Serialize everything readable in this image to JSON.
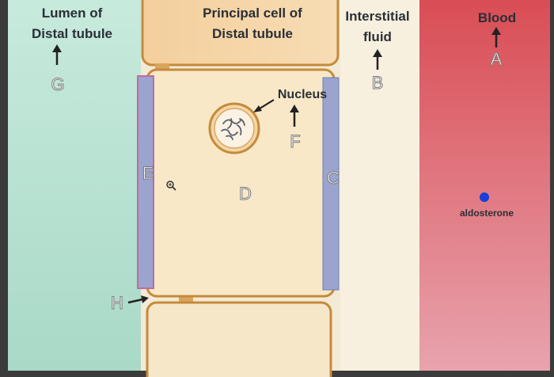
{
  "diagram": {
    "regions": {
      "lumen": "Lumen of Distal tubule",
      "principal_cell": "Principal cell of Distal tubule",
      "interstitial": "Interstitial fluid",
      "blood": "Blood"
    },
    "labels": {
      "A": "A",
      "B": "B",
      "C": "C",
      "D": "D",
      "E": "E",
      "F": "F",
      "G": "G",
      "H": "H"
    },
    "nucleus": "Nucleus",
    "aldosterone": "aldosterone",
    "colors": {
      "lumen": "#b8e2d0",
      "cell": "#f6e6c6",
      "cell_border": "#c58a3a",
      "interstitial": "#f6eedb",
      "blood": "#e26a6a",
      "apical_membrane": "#8e98c8",
      "basolateral_membrane": "#8e98c8",
      "aldosterone_dot": "#1b3fd6"
    }
  }
}
